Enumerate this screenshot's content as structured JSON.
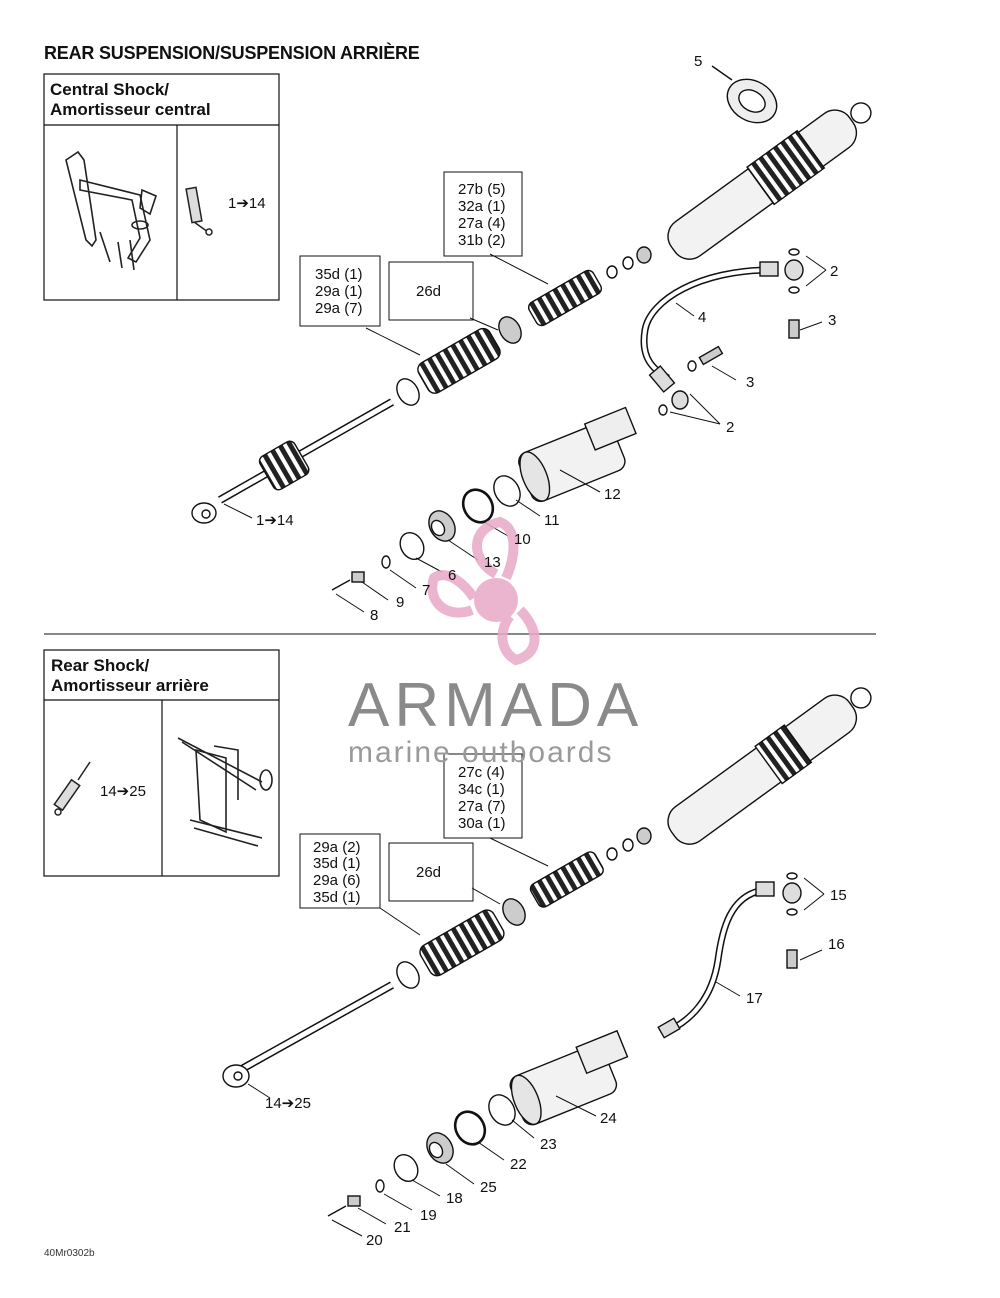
{
  "page": {
    "title": "REAR SUSPENSION/SUSPENSION ARRIÈRE",
    "drawing_code": "40Mr0302b"
  },
  "watermark": {
    "name": "ARMADA",
    "subtitle": "marine outboards",
    "logo_color": "#e8a9c8",
    "text_color": "#8a8a8a"
  },
  "central": {
    "heading_line1": "Central Shock/",
    "heading_line2": "Amortisseur central",
    "thumb_ref": "1➔14",
    "box_26d": "26d",
    "group_a": [
      "35d (1)",
      "29a (1)",
      "29a (7)"
    ],
    "group_b": [
      "27b (5)",
      "32a (1)",
      "27a (4)",
      "31b (2)"
    ],
    "callouts": {
      "c1_14": "1➔14",
      "c2a": "2",
      "c2b": "2",
      "c3a": "3",
      "c3b": "3",
      "c4": "4",
      "c5": "5",
      "c6": "6",
      "c7": "7",
      "c8": "8",
      "c9": "9",
      "c10": "10",
      "c11": "11",
      "c12": "12",
      "c13": "13"
    }
  },
  "rear": {
    "heading_line1": "Rear Shock/",
    "heading_line2": "Amortisseur arrière",
    "thumb_ref": "14➔25",
    "box_26d": "26d",
    "group_a": [
      "29a (2)",
      "35d (1)",
      "29a (6)",
      "35d (1)"
    ],
    "group_b": [
      "27c (4)",
      "34c (1)",
      "27a (7)",
      "30a (1)"
    ],
    "callouts": {
      "c14_25": "14➔25",
      "c15": "15",
      "c16": "16",
      "c17": "17",
      "c18": "18",
      "c19": "19",
      "c20": "20",
      "c21": "21",
      "c22": "22",
      "c23": "23",
      "c24": "24",
      "c25": "25"
    }
  }
}
